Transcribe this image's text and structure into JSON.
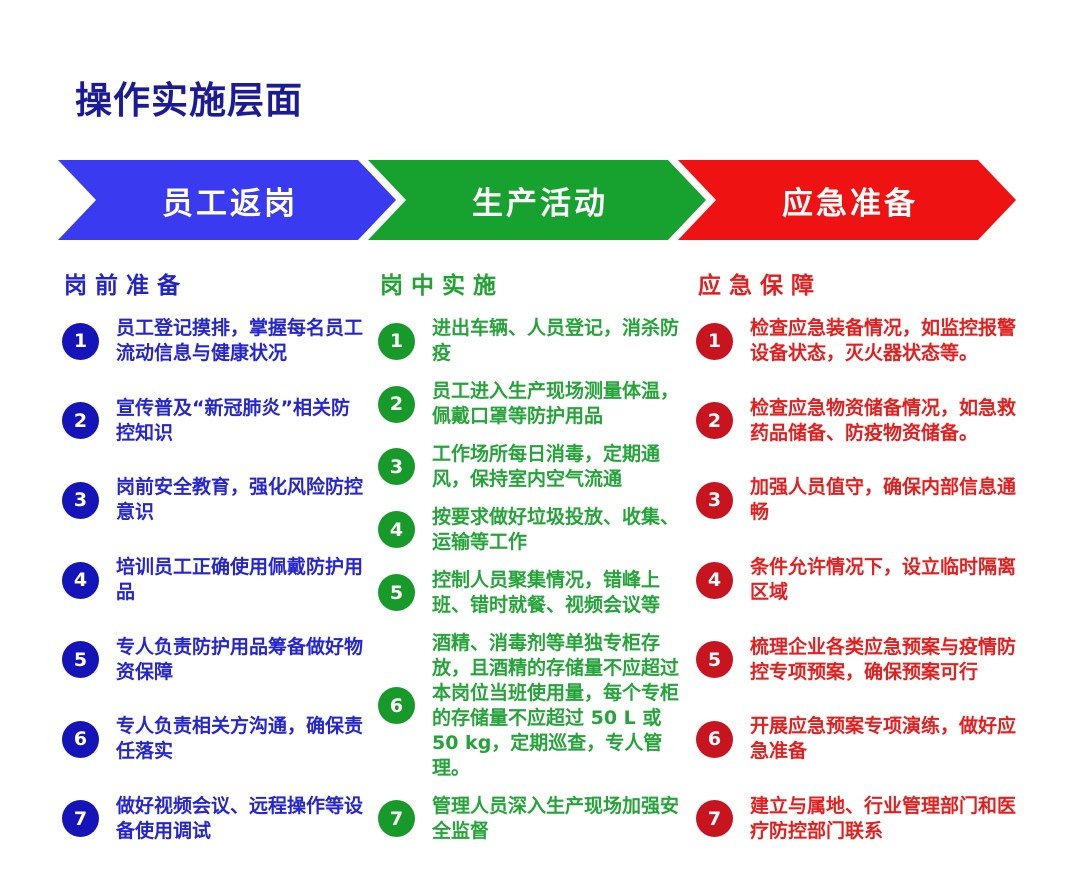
{
  "title": "操作实施层面",
  "colors": {
    "title": "#1b1b96",
    "arrow_blue": "#3a3af0",
    "arrow_green": "#17a22f",
    "arrow_red": "#ee1212",
    "column1_text": "#2626cf",
    "column1_badge": "#1414b8",
    "column2_text": "#27a33b",
    "column2_badge": "#189a2a",
    "column3_text": "#e32020",
    "column3_badge": "#c8141f"
  },
  "arrows": [
    {
      "label": "员工返岗"
    },
    {
      "label": "生产活动"
    },
    {
      "label": "应急准备"
    }
  ],
  "columns": [
    {
      "header": "岗前准备",
      "items": [
        {
          "num": "1",
          "text": "员工登记摸排，掌握每名员工流动信息与健康状况"
        },
        {
          "num": "2",
          "text": "宣传普及“新冠肺炎”相关防控知识"
        },
        {
          "num": "3",
          "text": "岗前安全教育，强化风险防控意识"
        },
        {
          "num": "4",
          "text": "培训员工正确使用佩戴防护用品"
        },
        {
          "num": "5",
          "text": "专人负责防护用品筹备做好物资保障"
        },
        {
          "num": "6",
          "text": "专人负责相关方沟通，确保责任落实"
        },
        {
          "num": "7",
          "text": "做好视频会议、远程操作等设备使用调试"
        }
      ]
    },
    {
      "header": "岗中实施",
      "items": [
        {
          "num": "1",
          "text": "进出车辆、人员登记，消杀防疫"
        },
        {
          "num": "2",
          "text": "员工进入生产现场测量体温，佩戴口罩等防护用品"
        },
        {
          "num": "3",
          "text": "工作场所每日消毒，定期通风，保持室内空气流通"
        },
        {
          "num": "4",
          "text": "按要求做好垃圾投放、收集、运输等工作"
        },
        {
          "num": "5",
          "text": "控制人员聚集情况，错峰上班、错时就餐、视频会议等"
        },
        {
          "num": "6",
          "text": "酒精、消毒剂等单独专柜存放，且酒精的存储量不应超过本岗位当班使用量，每个专柜的存储量不应超过 50 L 或 50 kg，定期巡查，专人管理。"
        },
        {
          "num": "7",
          "text": "管理人员深入生产现场加强安全监督"
        }
      ]
    },
    {
      "header": "应急保障",
      "items": [
        {
          "num": "1",
          "text": "检查应急装备情况，如监控报警设备状态，灭火器状态等。"
        },
        {
          "num": "2",
          "text": "检查应急物资储备情况，如急救药品储备、防疫物资储备。"
        },
        {
          "num": "3",
          "text": "加强人员值守，确保内部信息通畅"
        },
        {
          "num": "4",
          "text": "条件允许情况下，设立临时隔离区域"
        },
        {
          "num": "5",
          "text": "梳理企业各类应急预案与疫情防控专项预案，确保预案可行"
        },
        {
          "num": "6",
          "text": "开展应急预案专项演练，做好应急准备"
        },
        {
          "num": "7",
          "text": "建立与属地、行业管理部门和医疗防控部门联系"
        }
      ]
    }
  ]
}
